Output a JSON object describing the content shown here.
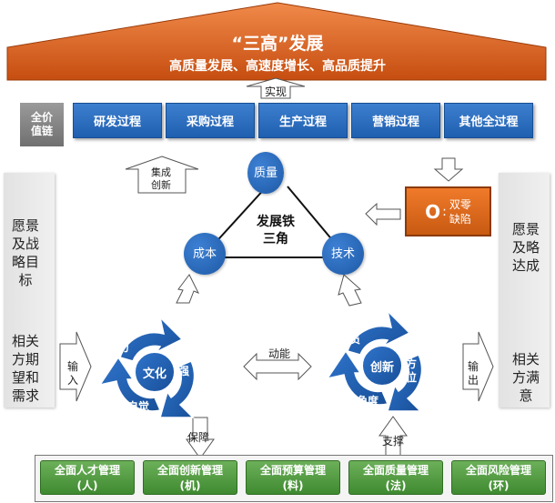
{
  "roof": {
    "title": "“三高”发展",
    "subtitle": "高质量发展、高速度增长、高品质提升"
  },
  "realize_label": "实现",
  "value_chain": {
    "label": "全价值链",
    "processes": [
      "研发过程",
      "采购过程",
      "生产过程",
      "营销过程",
      "其他全过程"
    ]
  },
  "left_panel": {
    "top": "愿景及战略目标",
    "bottom": "相关方期望和需求"
  },
  "right_panel": {
    "top": "愿景及略达成",
    "bottom": "相关方满意"
  },
  "triangle": {
    "top": "质量",
    "left": "成本",
    "right": "技术",
    "center": "发展铁三角"
  },
  "integration_label": "集成创新",
  "zero_defect": {
    "letter": "O",
    "text1": "双零",
    "text2": "缺陷"
  },
  "left_wheel": {
    "center": "文化",
    "segments": [
      "自力",
      "自强",
      "自觉"
    ]
  },
  "right_wheel": {
    "center": "创新",
    "segments": [
      "全员",
      "全方位",
      "全角度"
    ]
  },
  "kinetic_label": "动能",
  "input_label": "输入",
  "output_label": "输出",
  "guarantee_label": "保障",
  "support_label": "支撑",
  "management": [
    {
      "line1": "全面人才管理",
      "line2": "(人)"
    },
    {
      "line1": "全面创新管理",
      "line2": "(机)"
    },
    {
      "line1": "全面预算管理",
      "line2": "(料)"
    },
    {
      "line1": "全面质量管理",
      "line2": "(法)"
    },
    {
      "line1": "全面风险管理",
      "line2": "(环)"
    }
  ],
  "colors": {
    "roof": "#d9591a",
    "process": "#2a6cc0",
    "management": "#4f9a3e",
    "zero_defect": "#e0691f"
  }
}
